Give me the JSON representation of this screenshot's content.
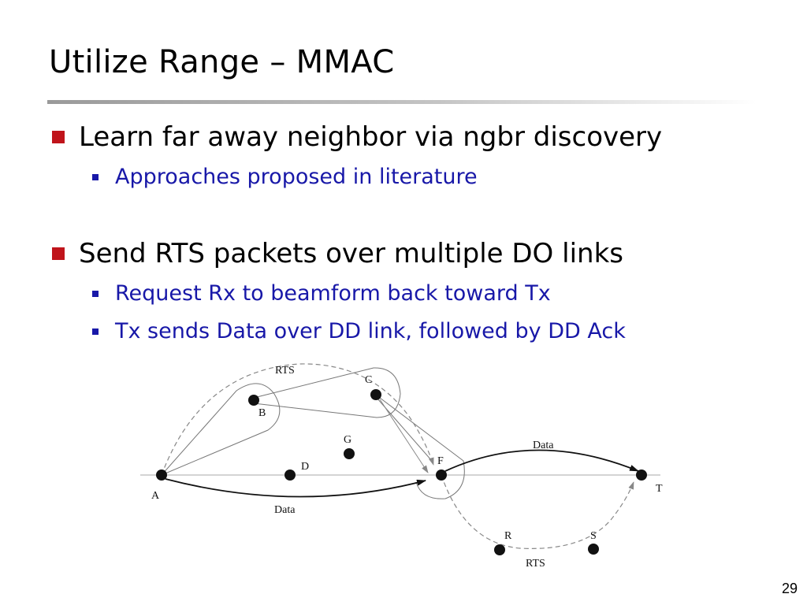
{
  "slide": {
    "title": "Utilize Range – MMAC",
    "page_number": "29",
    "bullets": [
      {
        "text": "Learn far away neighbor via ngbr discovery",
        "subs": [
          "Approaches proposed in literature"
        ]
      },
      {
        "text": "Send RTS packets over multiple DO links",
        "subs": [
          "Request Rx to beamform back toward Tx",
          "Tx sends Data over DD link, followed by DD Ack"
        ]
      }
    ]
  },
  "diagram": {
    "nodes": {
      "A": "A",
      "B": "B",
      "C": "C",
      "D": "D",
      "G": "G",
      "F": "F",
      "T": "T",
      "R": "R",
      "S": "S"
    },
    "edge_labels": {
      "rts_top": "RTS",
      "rts_bottom": "RTS",
      "data_top": "Data",
      "data_bottom": "Data"
    }
  },
  "colors": {
    "bullet_square": "#c0141b",
    "sub_bullet_text": "#1818a8"
  }
}
